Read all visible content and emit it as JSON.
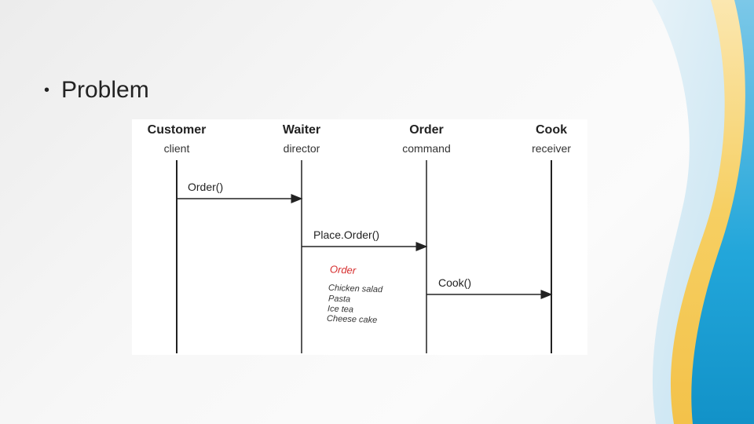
{
  "slide": {
    "bullet": "Problem"
  },
  "diagram": {
    "participants": [
      {
        "name": "Customer",
        "role": "client"
      },
      {
        "name": "Waiter",
        "role": "director"
      },
      {
        "name": "Order",
        "role": "command"
      },
      {
        "name": "Cook",
        "role": "receiver"
      }
    ],
    "messages": [
      {
        "label": "Order()"
      },
      {
        "label": "Place.Order()"
      },
      {
        "label": "Cook()"
      }
    ],
    "note": {
      "title": "Order",
      "items": [
        "Chicken salad",
        "Pasta",
        "Ice tea",
        "Cheese cake"
      ]
    }
  },
  "colors": {
    "note_title": "#d62b2b",
    "wave_blue": "#1ca3d9",
    "wave_yellow": "#f3c64d"
  }
}
